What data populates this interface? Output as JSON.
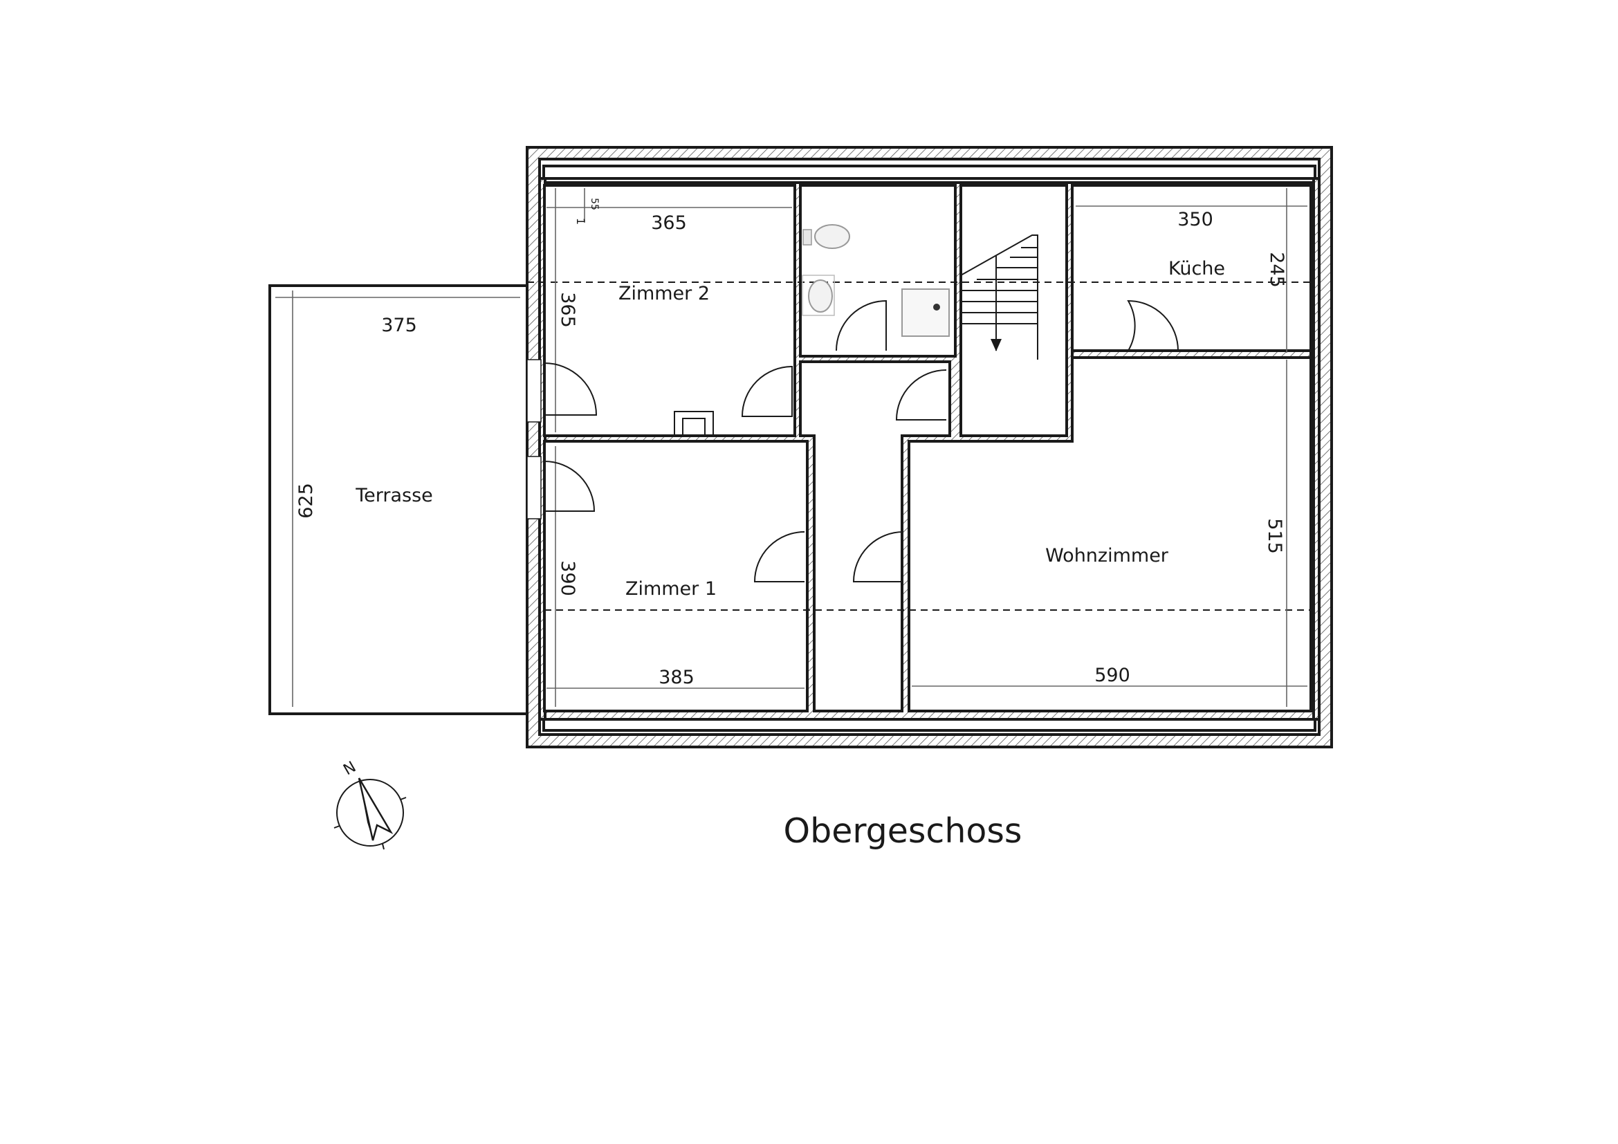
{
  "plan": {
    "title": "Obergeschoss",
    "rooms": {
      "zimmer2": "Zimmer 2",
      "zimmer1": "Zimmer 1",
      "kueche": "Küche",
      "wohnzimmer": "Wohnzimmer",
      "terrasse": "Terrasse"
    },
    "dimensions": {
      "zimmer2_width": "365",
      "zimmer2_depth": "365",
      "small_offset_a": "55",
      "small_offset_b": "1",
      "terrasse_width": "375",
      "terrasse_depth": "625",
      "kueche_width": "350",
      "kueche_depth": "245",
      "zimmer1_depth": "390",
      "zimmer1_width": "385",
      "wohnzimmer_width": "590",
      "wohnzimmer_depth": "515"
    },
    "compass": {
      "north_label": "N"
    }
  }
}
